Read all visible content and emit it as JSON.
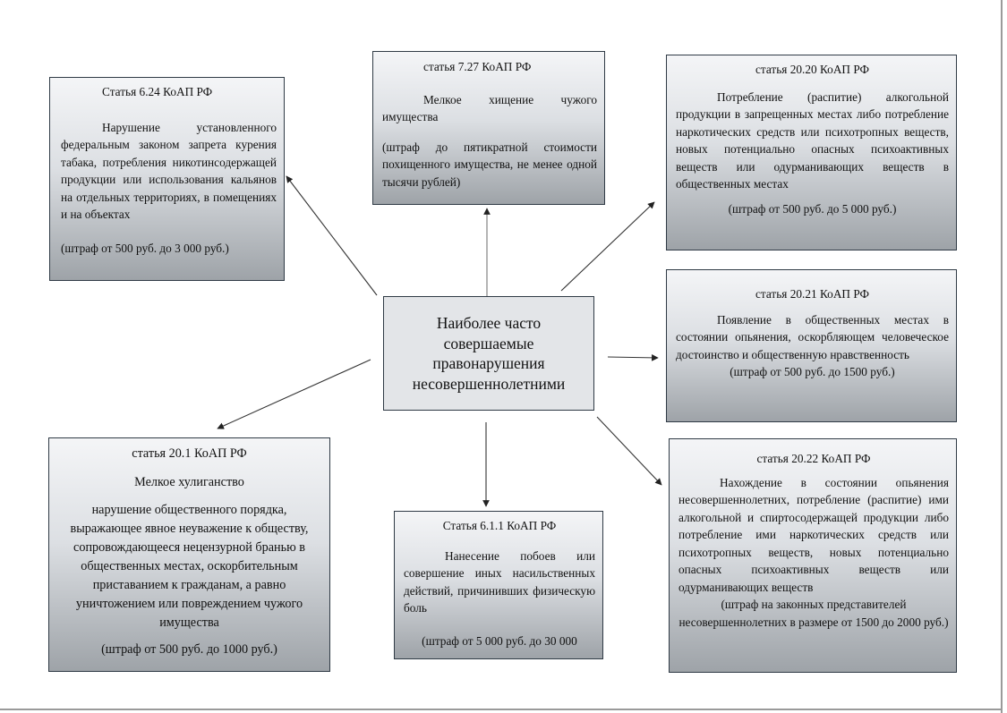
{
  "center": {
    "title": "Наиболее часто совершаемые правонарушения несовершеннолетними"
  },
  "boxes": {
    "b624": {
      "title": "Статья 6.24 КоАП РФ",
      "text": "Нарушение установленного федеральным законом запрета курения табака, потребления никотинсодержащей продукции или использования кальянов на отдельных территориях, в помещениях и на объектах",
      "fine": "(штраф от 500 руб. до 3 000 руб.)"
    },
    "b727": {
      "title": "статья 7.27 КоАП РФ",
      "text": "Мелкое хищение чужого имущества",
      "fine": "(штраф до пятикратной стоимости похищенного имущества, не менее одной тысячи рублей)"
    },
    "b2020": {
      "title": "статья 20.20 КоАП РФ",
      "text": "Потребление (распитие) алкогольной продукции в запрещенных местах либо потребление наркотических средств или психотропных веществ, новых потенциально опасных психоактивных веществ или одурманивающих веществ в общественных местах",
      "fine": "(штраф от 500 руб. до 5 000 руб.)"
    },
    "b2021": {
      "title": "статья 20.21 КоАП РФ",
      "text": "Появление в общественных местах в состоянии опьянения, оскорбляющем человеческое достоинство и общественную нравственность",
      "fine": "(штраф от 500 руб.  до 1500 руб.)"
    },
    "b201": {
      "title": "статья 20.1 КоАП РФ",
      "subtitle": "Мелкое хулиганство",
      "text": "нарушение общественного порядка, выражающее явное неуважение к обществу, сопровождающееся нецензурной бранью в общественных местах, оскорбительным приставанием к гражданам, а равно уничтожением или повреждением чужого имущества",
      "fine": "(штраф от 500 руб. до 1000 руб.)"
    },
    "b611": {
      "title": "Статья 6.1.1 КоАП РФ",
      "text": "Нанесение побоев или совершение иных насильственных действий, причинивших физическую боль",
      "fine": "(штраф от 5 000 руб. до 30 000"
    },
    "b2022": {
      "title": "статья 20.22 КоАП РФ",
      "text": "Нахождение в состоянии опьянения несовершеннолетних, потребление (распитие) ими алкогольной и спиртосодержащей продукции либо потребление ими наркотических средств или психотропных веществ, новых потенциально опасных психоактивных веществ или одурманивающих веществ",
      "fine": "(штраф на законных представителей несовершеннолетних в размере от 1500 до 2000 руб.)"
    }
  },
  "colors": {
    "border": "#2f3a45",
    "gradient_top": "#f4f5f7",
    "gradient_bottom": "#9ea3a8",
    "center_fill": "#e3e5e8",
    "arrow": "#222222"
  }
}
